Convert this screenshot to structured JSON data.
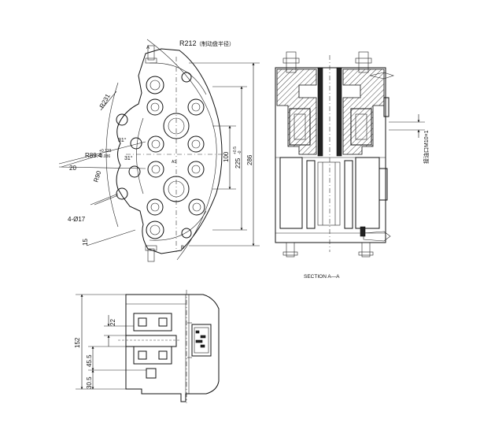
{
  "front_view": {
    "outline_radius": "R212",
    "outline_note": "（制动盘半径）",
    "arc_radius_large": "R231",
    "arc_radius_pad": "R89.4",
    "arc_tol_upper": "+0.123",
    "arc_tol_lower": "-0.036",
    "arc_radius_small": "R90",
    "angle_upper": "31°",
    "angle_lower": "31°",
    "offset": "20",
    "holes": "4-Ø17",
    "leader_15": "15",
    "pin_spacing": "100",
    "height_mid": "225",
    "height_mid_tol_upper": "+0.5",
    "height_mid_tol_lower": "-0",
    "height_total": "286",
    "marker_top": "A",
    "marker_bottom": "B",
    "marker_center": "A1"
  },
  "section_view": {
    "label": "SECTION  A—A",
    "port_callout": "接油口M10×1"
  },
  "bottom_view": {
    "dim_22": "22",
    "dim_152": "152",
    "dim_45_5": "45.5",
    "dim_30_5": "30.5"
  }
}
